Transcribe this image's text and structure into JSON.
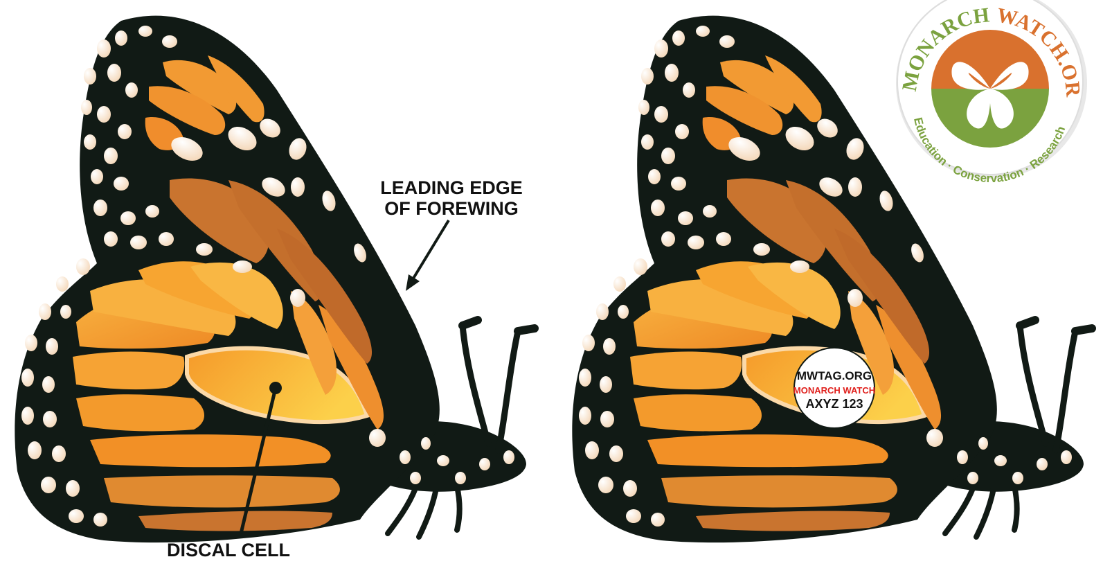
{
  "labels": {
    "leading_edge_line1": "LEADING EDGE",
    "leading_edge_line2": "OF FOREWING",
    "discal_cell": "DISCAL CELL"
  },
  "tag": {
    "line1": "MWTAG.ORG",
    "line2": "MONARCH WATCH",
    "line3": "AXYZ 123"
  },
  "logo": {
    "arc_text_green": "MONARCH",
    "arc_text_orange": "WATCH.ORG",
    "bottom_text": "Education · Conservation · Research"
  },
  "colors": {
    "wing_black": "#111a15",
    "orange_light": "#f7a531",
    "orange_mid": "#f29026",
    "orange_dark": "#c9742f",
    "cell_yellow": "#fbbf3a",
    "spot_cream": "#fff6ea",
    "logo_orange": "#d9712e",
    "logo_green": "#7ba23f",
    "tag_red": "#e0201c"
  }
}
